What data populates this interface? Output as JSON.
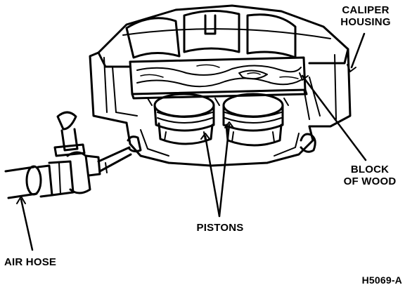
{
  "labels": {
    "caliper_line1": "CALIPER",
    "caliper_line2": "HOUSING",
    "block_line1": "BLOCK",
    "block_line2": "OF WOOD",
    "pistons": "PISTONS",
    "air_hose": "AIR HOSE",
    "figure_code": "H5069-A"
  },
  "colors": {
    "ink": "#000000",
    "paper": "#ffffff"
  }
}
